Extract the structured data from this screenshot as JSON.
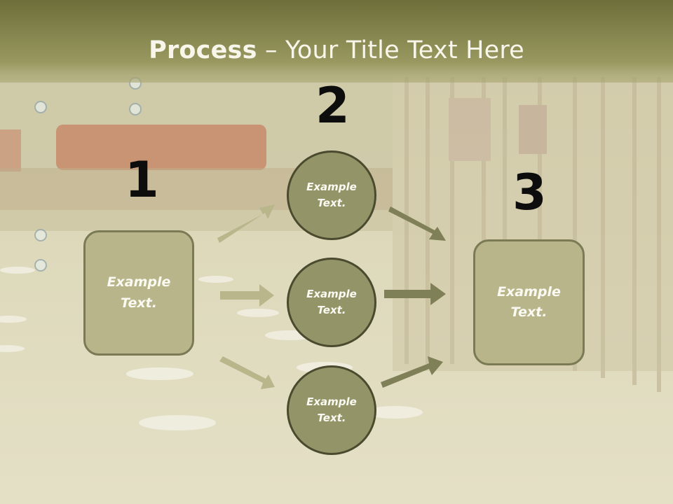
{
  "slide": {
    "title_bold": "Process",
    "title_rest": " – Your Title Text Here"
  },
  "steps": {
    "num1": "1",
    "num2": "2",
    "num3": "3"
  },
  "nodes": {
    "left_box": "Example\nText.",
    "circle_top": "Example\nText.",
    "circle_mid": "Example\nText.",
    "circle_bottom": "Example\nText.",
    "right_box": "Example\nText."
  },
  "colors": {
    "header": "#8a8a55",
    "box_fill": "#b8b58a",
    "circle_fill": "#939468",
    "arrow_light": "#b9b68c",
    "arrow_dark": "#7f8057"
  }
}
